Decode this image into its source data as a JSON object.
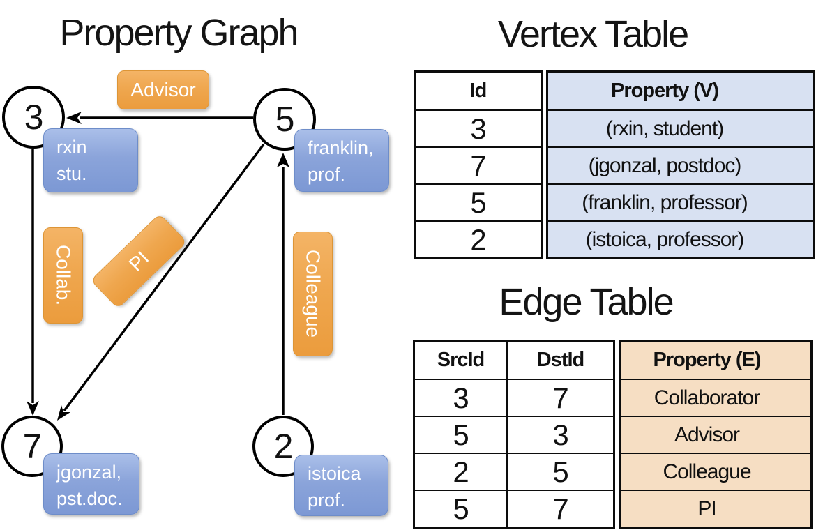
{
  "graph": {
    "title": "Property Graph",
    "nodes": [
      {
        "id": "3",
        "lines": [
          "rxin",
          "stu."
        ]
      },
      {
        "id": "5",
        "lines": [
          "franklin,",
          "prof."
        ]
      },
      {
        "id": "7",
        "lines": [
          "jgonzal,",
          "pst.doc."
        ]
      },
      {
        "id": "2",
        "lines": [
          "istoica",
          "prof."
        ]
      }
    ],
    "edge_labels": {
      "advisor": "Advisor",
      "collab": "Collab.",
      "pi": "PI",
      "colleague": "Colleague"
    },
    "edges": [
      {
        "src": "5",
        "dst": "3",
        "label": "Advisor"
      },
      {
        "src": "3",
        "dst": "7",
        "label": "Collab."
      },
      {
        "src": "5",
        "dst": "7",
        "label": "PI"
      },
      {
        "src": "2",
        "dst": "5",
        "label": "Colleague"
      }
    ]
  },
  "vertex_table": {
    "title": "Vertex Table",
    "columns": {
      "id": "Id",
      "property": "Property (V)"
    },
    "rows": [
      {
        "id": "3",
        "property": "(rxin, student)"
      },
      {
        "id": "7",
        "property": "(jgonzal, postdoc)"
      },
      {
        "id": "5",
        "property": "(franklin, professor)"
      },
      {
        "id": "2",
        "property": "(istoica, professor)"
      }
    ]
  },
  "edge_table": {
    "title": "Edge Table",
    "columns": {
      "src": "SrcId",
      "dst": "DstId",
      "property": "Property (E)"
    },
    "rows": [
      {
        "src": "3",
        "dst": "7",
        "property": "Collaborator"
      },
      {
        "src": "5",
        "dst": "3",
        "property": "Advisor"
      },
      {
        "src": "2",
        "dst": "5",
        "property": "Colleague"
      },
      {
        "src": "5",
        "dst": "7",
        "property": "PI"
      }
    ]
  },
  "colors": {
    "edge_label_orange": "#EE9F40",
    "vertex_label_blue": "#8AA4DA",
    "vertex_table_property_bg": "#D8E1F2",
    "edge_table_property_bg": "#F6DEC3",
    "line_black": "#000000",
    "background": "#FFFFFF"
  }
}
